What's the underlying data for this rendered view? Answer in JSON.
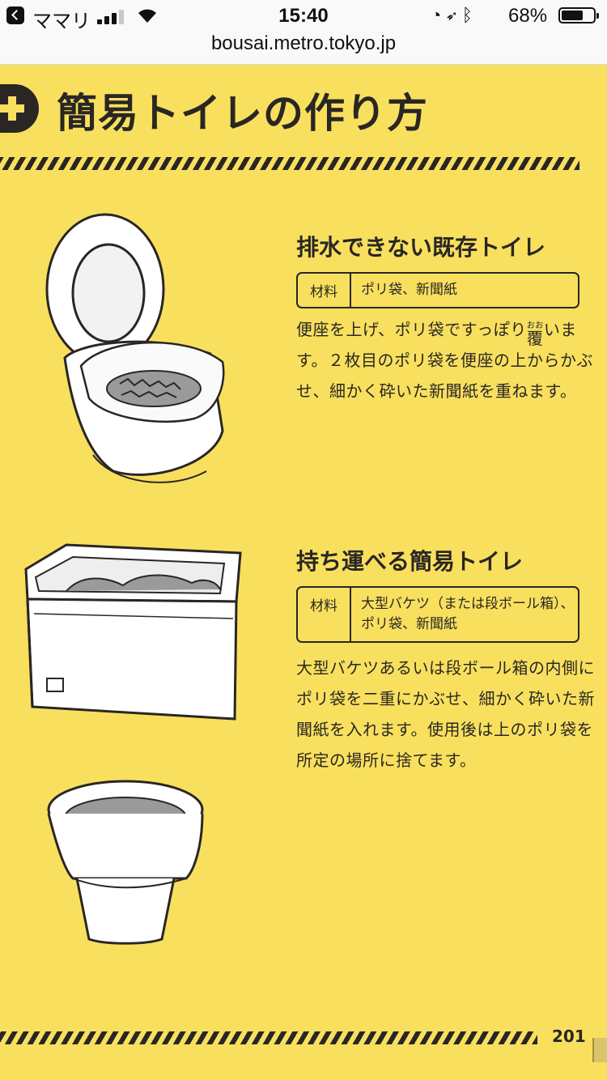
{
  "status_bar": {
    "back_label": "ママリ",
    "time": "15:40",
    "battery_percent": "68%",
    "battery_level": 0.68,
    "signal_bars": 3
  },
  "browser": {
    "url": "bousai.metro.tokyo.jp"
  },
  "page": {
    "title": "簡易トイレの作り方",
    "page_number": "201"
  },
  "sections": [
    {
      "title": "排水できない既存トイレ",
      "materials_label": "材料",
      "materials": [
        "ポリ袋、新聞紙"
      ],
      "body_before": "便座を上げ、ポリ袋ですっぽり",
      "ruby_base": "覆",
      "ruby_text": "おお",
      "body_after": "います。２枚目のポリ袋を便座の上からかぶせ、細かく砕いた新聞紙を重ねます。"
    },
    {
      "title": "持ち運べる簡易トイレ",
      "materials_label": "材料",
      "materials": [
        "大型バケツ（または段ボール箱）、",
        "ポリ袋、新聞紙"
      ],
      "body": "大型バケツあるいは段ボール箱の内側にポリ袋を二重にかぶせ、細かく砕いた新聞紙を入れます。使用後は上のポリ袋を所定の場所に捨てます。"
    }
  ],
  "colors": {
    "background": "#f8e05e",
    "ink": "#2a2624"
  }
}
